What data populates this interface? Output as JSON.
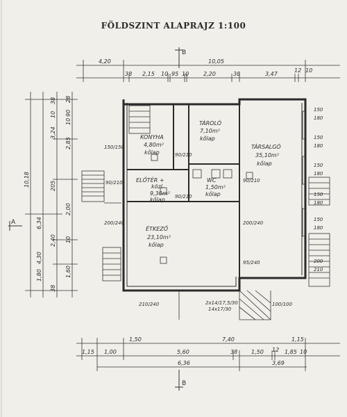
{
  "title": "FÖLDSZINT ALAPRAJZ 1:100",
  "section_labels": {
    "top": "B",
    "bottom": "B",
    "left": "A"
  },
  "rooms": [
    {
      "id": "konyha",
      "name": "KONYHA",
      "area": "4,80m²",
      "floor": "kőlap"
    },
    {
      "id": "tarolo",
      "name": "TÁROLÓ",
      "area": "7,10m²",
      "floor": "kőlap"
    },
    {
      "id": "tarsalgo",
      "name": "TÁRSALGÓ",
      "area": "35,10m²",
      "floor": "kőlap"
    },
    {
      "id": "eloter",
      "name": "ELŐTÉR +",
      "name2": "közl.",
      "area": "9,30m²",
      "floor": "kőlap"
    },
    {
      "id": "wc",
      "name": "WC",
      "area": "1,50m²",
      "floor": "kőlap"
    },
    {
      "id": "etkezo",
      "name": "ÉTKEZŐ",
      "area": "23,10m²",
      "floor": "kőlap"
    }
  ],
  "dims": {
    "top_overall": [
      "4,20",
      "10,05"
    ],
    "top_detail": [
      "38",
      "2,15",
      "10",
      "95",
      "10",
      "2,20",
      "38",
      "3,47",
      "12",
      "10"
    ],
    "bottom_overall": [
      "1,50",
      "7,40",
      "1,15"
    ],
    "bottom_detail": [
      "1,15",
      "1,00",
      "5,60",
      "38",
      "1,50",
      "12",
      "1,85",
      "10"
    ],
    "bottom_total": [
      "6,36",
      "3,69"
    ],
    "left_total": "10,18",
    "left_mid": [
      "6,34",
      "4,30",
      "1,80"
    ],
    "left_detail_a": [
      "38",
      "10",
      "3,24",
      "205",
      "2,40",
      "38"
    ],
    "left_detail_b": [
      "28",
      "90",
      "10",
      "2,85",
      "2,00",
      "10",
      "1,60"
    ],
    "right": [
      "150",
      "180",
      "150",
      "180",
      "150",
      "180",
      "150",
      "180",
      "150",
      "180",
      "200",
      "210"
    ],
    "openings": [
      "150/150",
      "90/210",
      "90/210",
      "90/210",
      "90/210",
      "200/240",
      "200/240",
      "95/240",
      "210/240",
      "100/100"
    ],
    "stair_notes": [
      "2x14/17,5/30",
      "14x17/30"
    ]
  }
}
